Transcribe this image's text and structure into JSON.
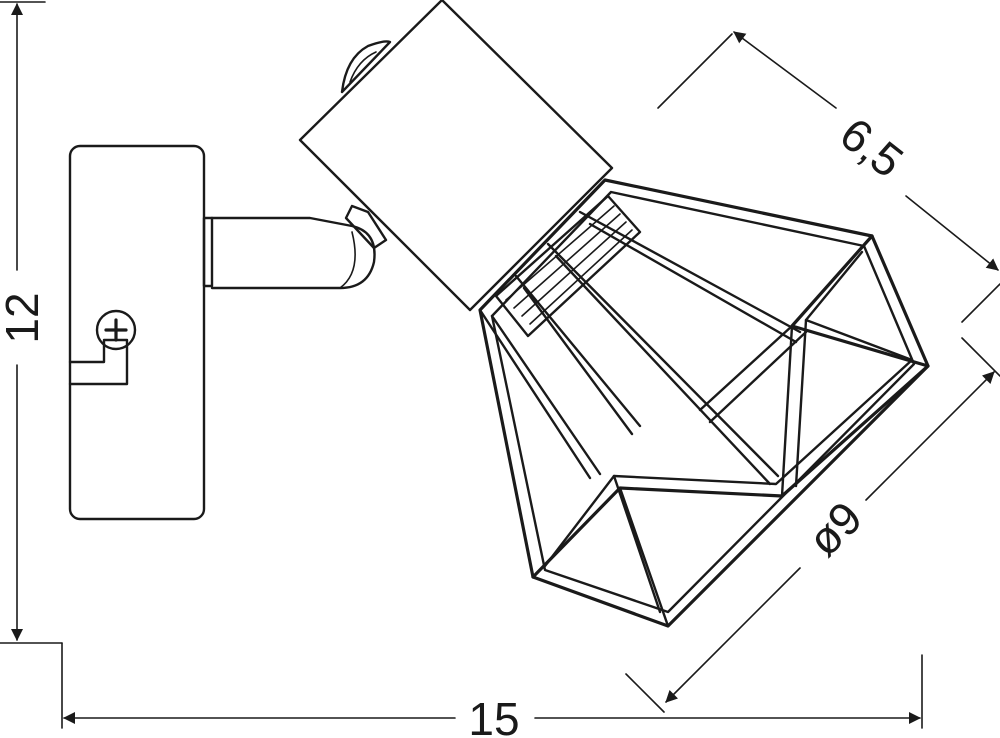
{
  "dimensions": {
    "height": "12",
    "width": "15",
    "head_length": "6,5",
    "shade_diameter": "ø9"
  }
}
